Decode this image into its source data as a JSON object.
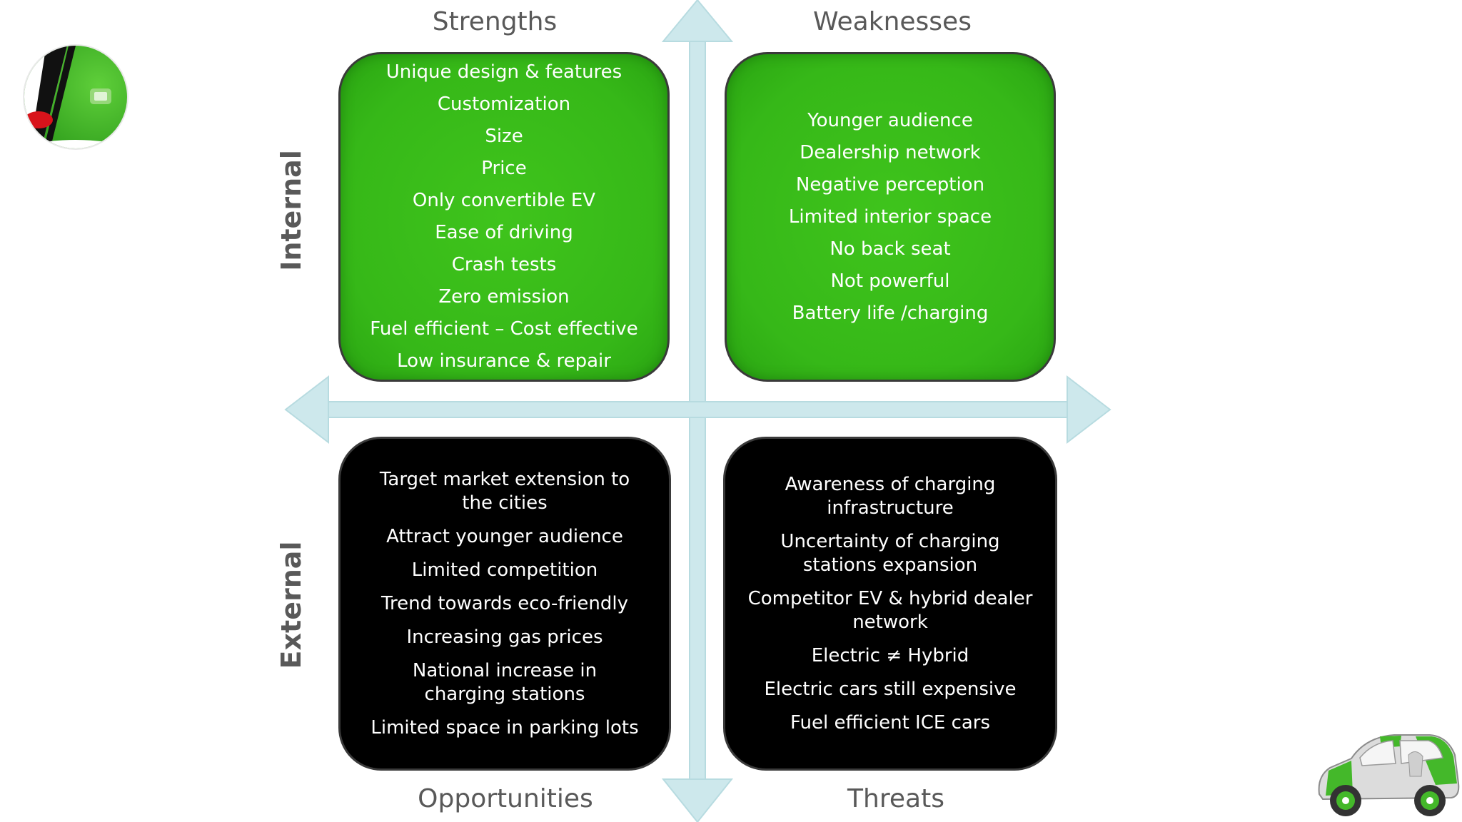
{
  "quadrants": {
    "strengths": {
      "title": "Strengths",
      "items": [
        "Unique design & features",
        "Customization",
        "Size",
        "Price",
        "Only convertible EV",
        "Ease of driving",
        "Crash tests",
        "Zero emission",
        "Fuel efficient – Cost effective",
        "Low insurance & repair"
      ]
    },
    "weaknesses": {
      "title": "Weaknesses",
      "items": [
        "Younger audience",
        "Dealership network",
        "Negative perception",
        "Limited interior space",
        "No back seat",
        "Not powerful",
        "Battery life /charging"
      ]
    },
    "opportunities": {
      "title": "Opportunities",
      "items": [
        "Target market extension to the cities",
        "Attract younger audience",
        "Limited competition",
        "Trend towards eco-friendly",
        "Increasing gas prices",
        "National increase in charging stations",
        "Limited space in parking lots"
      ]
    },
    "threats": {
      "title": "Threats",
      "items": [
        "Awareness of charging infrastructure",
        "Uncertainty of charging stations expansion",
        "Competitor EV & hybrid dealer network",
        "Electric ≠ Hybrid",
        "Electric cars still expensive",
        "Fuel efficient ICE cars"
      ]
    }
  },
  "axes": {
    "internal_label": "Internal",
    "external_label": "External"
  },
  "colors": {
    "strength_weakness_fill": "#36b818",
    "opportunity_threat_fill": "#000000",
    "arrow": "#cde8ec",
    "heading_text": "#595959"
  }
}
